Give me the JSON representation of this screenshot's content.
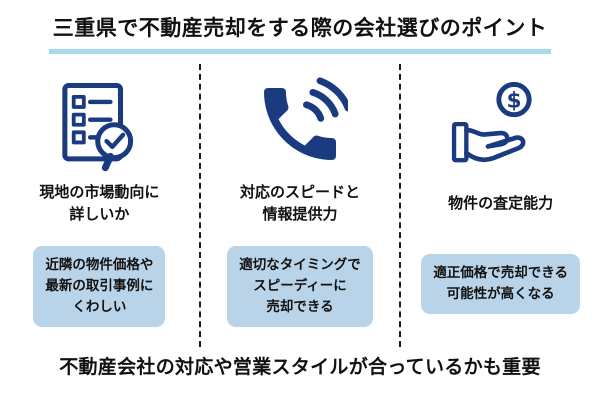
{
  "title": "三重県で不動産売却をする際の会社選びのポイント",
  "footer": "不動産会社の対応や営業スタイルが合っているかも重要",
  "columns": [
    {
      "icon": "checklist-magnifier-icon",
      "heading": "現地の市場動向に\n詳しいか",
      "box": "近隣の物件価格や\n最新の取引事例に\nくわしい"
    },
    {
      "icon": "phone-waves-icon",
      "heading": "対応のスピードと\n情報提供力",
      "box": "適切なタイミングで\nスピーディーに\n売却できる"
    },
    {
      "icon": "hand-coin-icon",
      "heading": "物件の査定能力",
      "box": "適正価格で売却できる\n可能性が高くなる",
      "coin_symbol": "$"
    }
  ],
  "colors": {
    "accent_dark_blue": "#1a3b80",
    "box_light_blue": "#b9d4e8",
    "title_underline_light_blue": "#a6d9ee",
    "separator_black": "#1c1c1c"
  }
}
